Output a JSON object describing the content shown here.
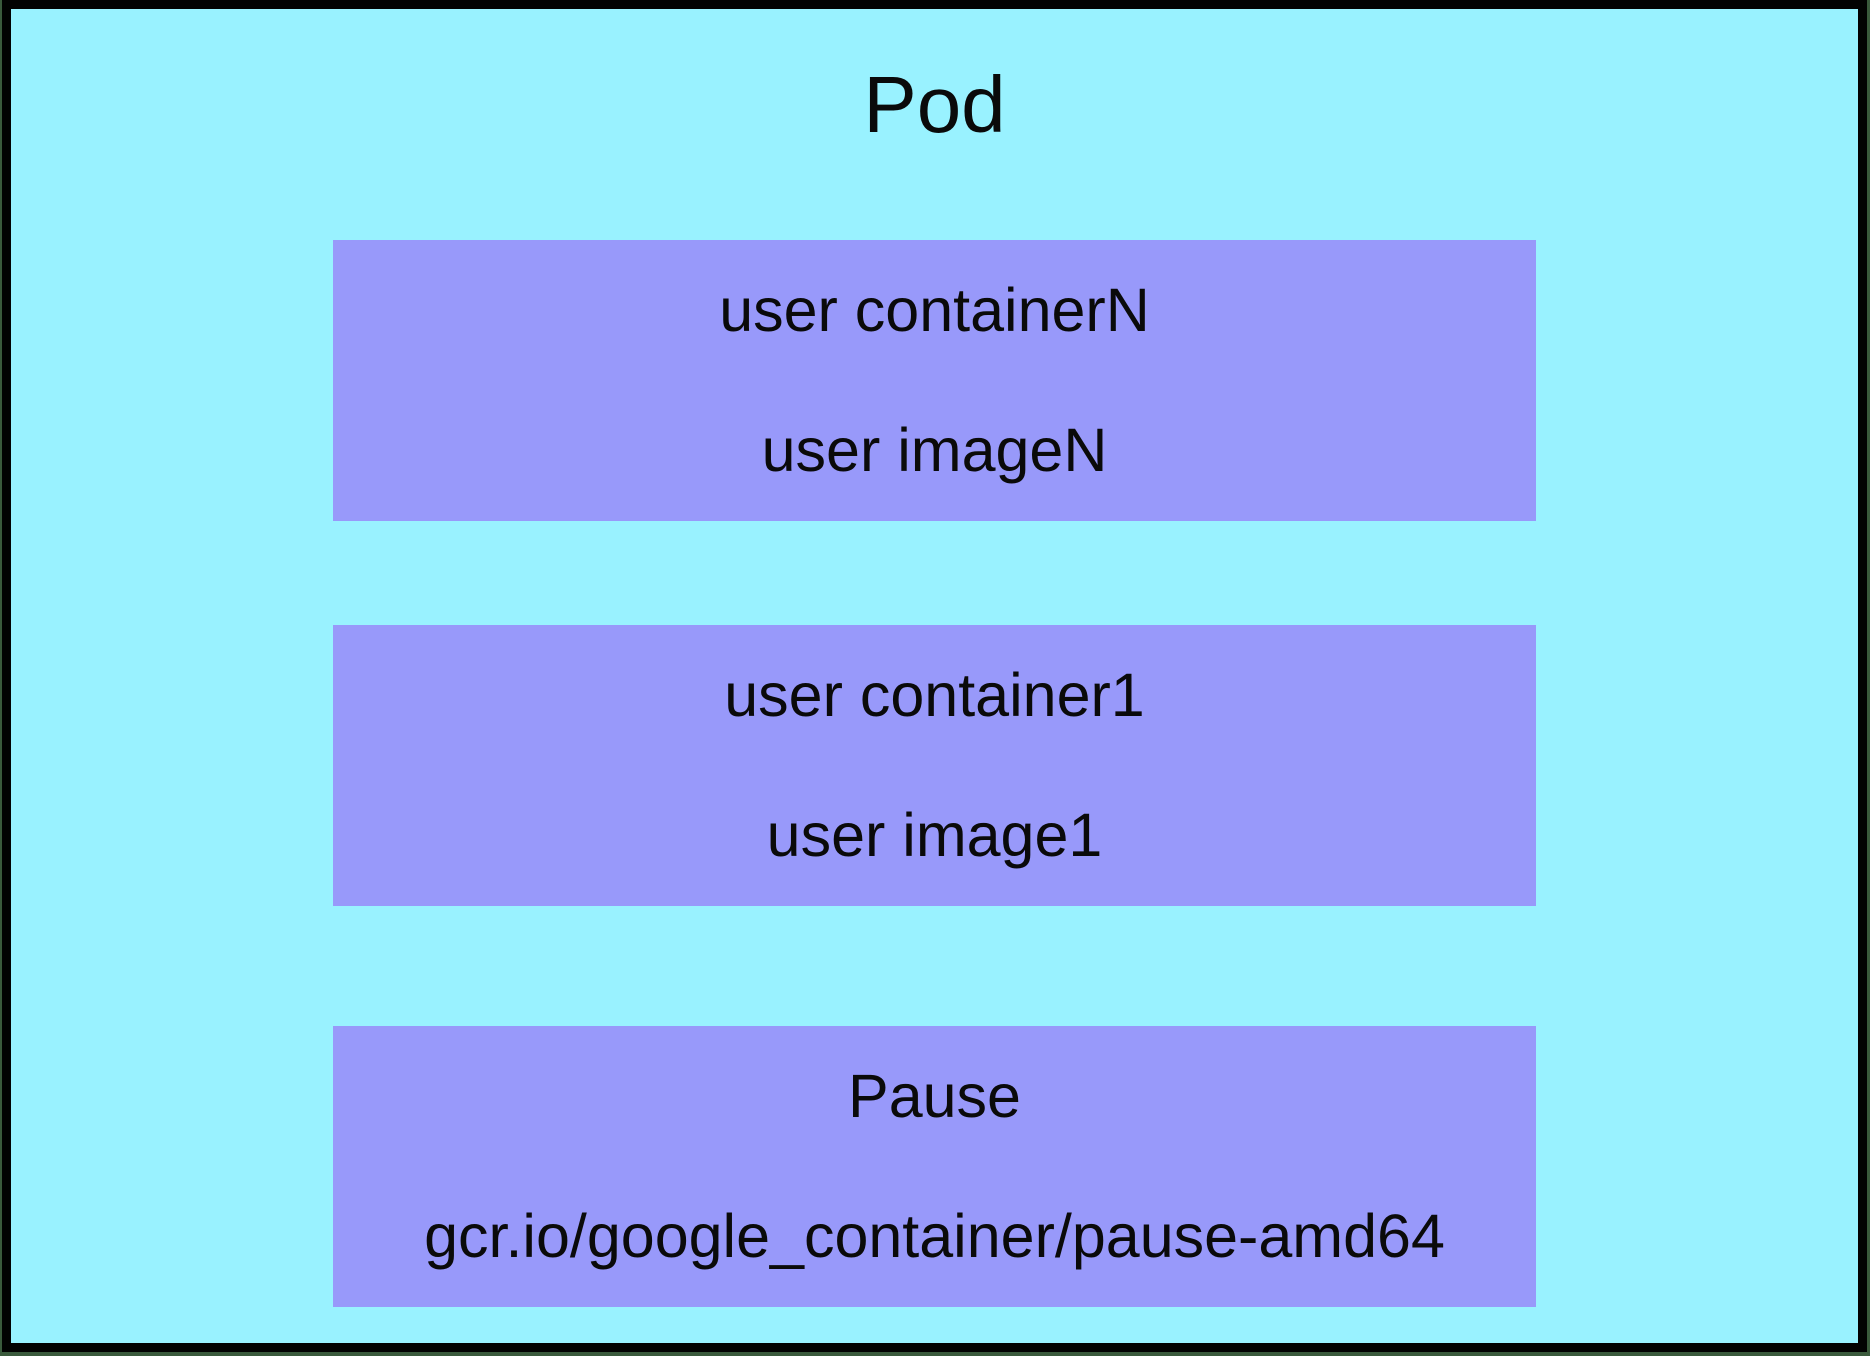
{
  "pod": {
    "title": "Pod",
    "containers": [
      {
        "name": "user containerN",
        "image": "user imageN"
      },
      {
        "name": "user container1",
        "image": "user image1"
      },
      {
        "name": "Pause",
        "image": "gcr.io/google_container/pause-amd64"
      }
    ]
  },
  "colors": {
    "pod_background": "#99f2ff",
    "container_box": "#9899fa",
    "frame_border": "#020202",
    "outer_edge": "#3a5a3c",
    "text": "#0a0a0a"
  }
}
